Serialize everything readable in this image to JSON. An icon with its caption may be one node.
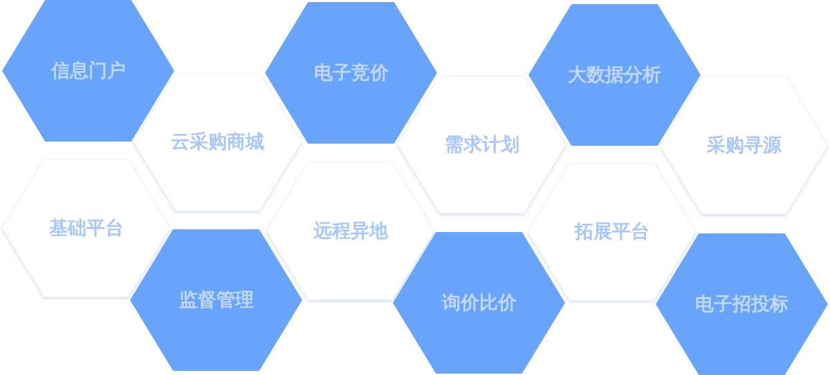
{
  "diagram": {
    "nodes": [
      {
        "text": [
          "信息门户"
        ]
      },
      {
        "text": [
          "电子竞价"
        ]
      },
      {
        "text": [
          "大数据分析"
        ]
      },
      {
        "text": [
          "云采购商城"
        ]
      },
      {
        "text": [
          "需求计划"
        ]
      },
      {
        "text": [
          "采购寻源"
        ]
      },
      {
        "text": [
          "基础平台"
        ]
      },
      {
        "text": [
          "远程异地"
        ]
      },
      {
        "text": [
          "拓展平台"
        ]
      },
      {
        "text": [
          "监督管理"
        ]
      },
      {
        "text": [
          "询价比价"
        ]
      },
      {
        "text": [
          "电子招投标"
        ]
      }
    ]
  }
}
